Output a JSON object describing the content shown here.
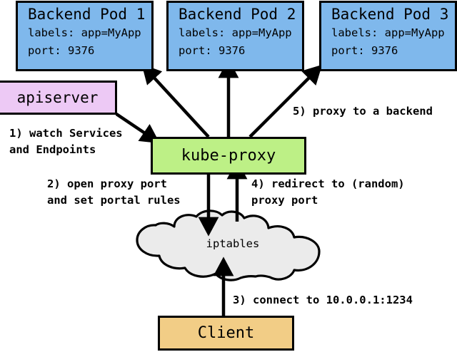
{
  "diagram": {
    "title": "kube-proxy service proxying flow",
    "colors": {
      "pod_fill": "#7fb8ec",
      "apiserver_fill": "#edc9f5",
      "kubeproxy_fill": "#bdf086",
      "client_fill": "#f2cd86",
      "cloud_fill": "#ebebeb",
      "stroke": "#000000"
    }
  },
  "pods": [
    {
      "title": "Backend Pod 1",
      "labels_line": "labels: app=MyApp",
      "port_line": "port: 9376"
    },
    {
      "title": "Backend Pod 2",
      "labels_line": "labels: app=MyApp",
      "port_line": "port: 9376"
    },
    {
      "title": "Backend Pod 3",
      "labels_line": "labels: app=MyApp",
      "port_line": "port: 9376"
    }
  ],
  "nodes": {
    "apiserver": "apiserver",
    "kubeproxy": "kube-proxy",
    "iptables": "iptables",
    "client": "Client"
  },
  "steps": {
    "step1_line1": "1) watch Services",
    "step1_line2": "and Endpoints",
    "step2_line1": "2) open proxy port",
    "step2_line2": "and set portal rules",
    "step3": "3) connect to 10.0.0.1:1234",
    "step4_line1": "4) redirect to (random)",
    "step4_line2": "proxy port",
    "step5": "5) proxy to a backend"
  }
}
